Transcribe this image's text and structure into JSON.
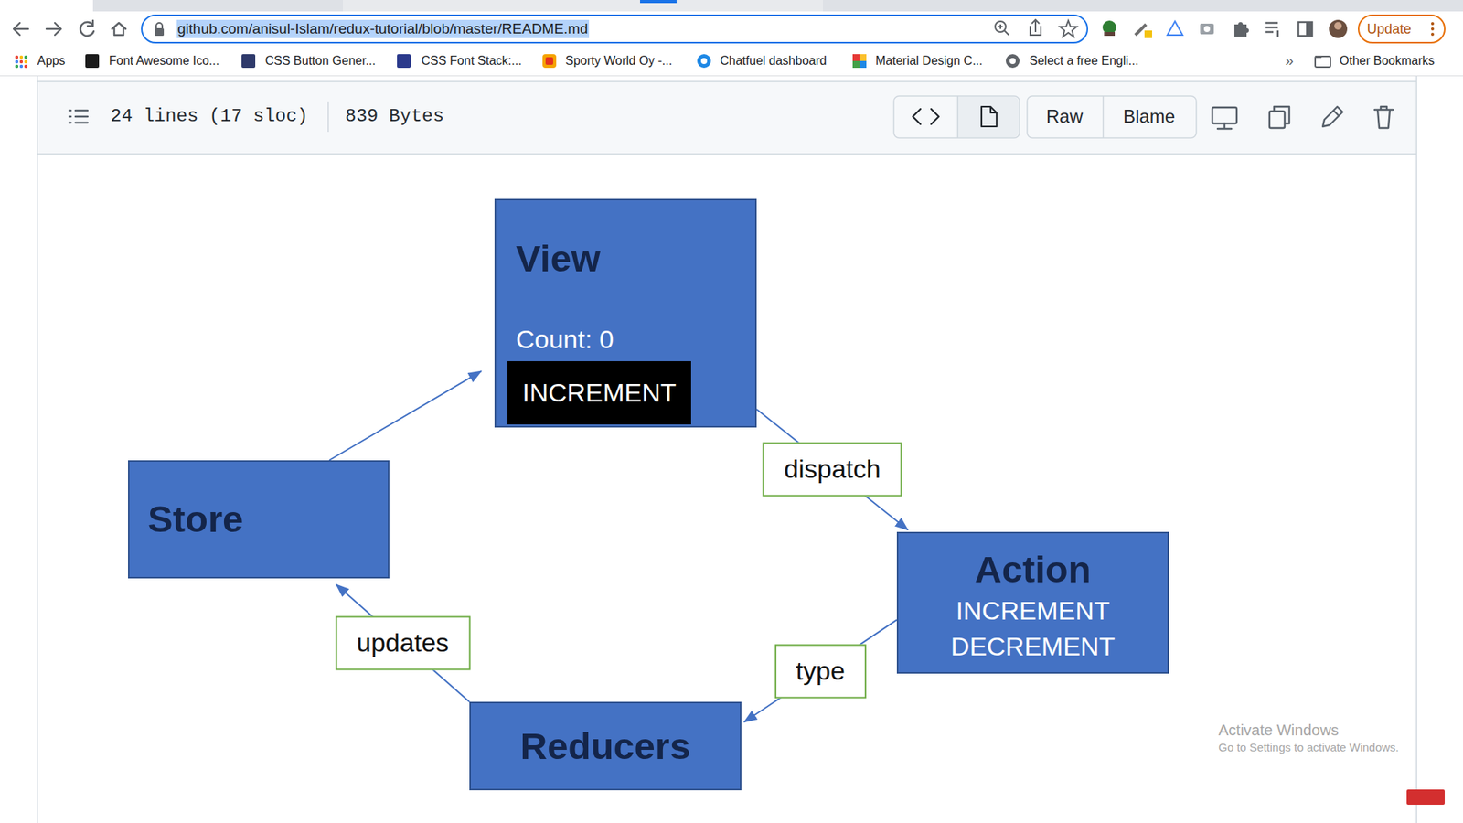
{
  "diagram": {
    "nodes": [
      {
        "text": [
          "View",
          "Count: 0"
        ]
      },
      {
        "text": [
          "INCREMENT"
        ],
        "in": 0
      },
      {
        "text": [
          "Store"
        ]
      },
      {
        "text": [
          "Action",
          "INCREMENT DECREMENT"
        ]
      },
      {
        "text": [
          "Reducers"
        ]
      }
    ],
    "edges": [
      {
        "from": 0,
        "to": 3,
        "label": "dispatch",
        "arrow": "to"
      },
      {
        "from": 3,
        "to": 4,
        "label": "type",
        "arrow": "to"
      },
      {
        "from": 4,
        "to": 2,
        "label": "updates",
        "arrow": "to"
      },
      {
        "from": 2,
        "to": 0,
        "arrow": "to"
      }
    ],
    "labels": [
      "github.com/anisul-Islam/redux-tutorial/blob/master/README.md",
      "Update",
      "Apps",
      "Font Awesome Ico...",
      "CSS Button Gener...",
      "CSS Font Stack:...",
      "Sporty World Oy -...",
      "Chatfuel dashboard",
      "Material Design C...",
      "Select a free Engli...",
      "»",
      "Other Bookmarks",
      "24 lines (17 sloc)",
      "839 Bytes",
      "Raw",
      "Blame",
      "Activate Windows",
      "Go to Settings to activate Windows."
    ]
  }
}
